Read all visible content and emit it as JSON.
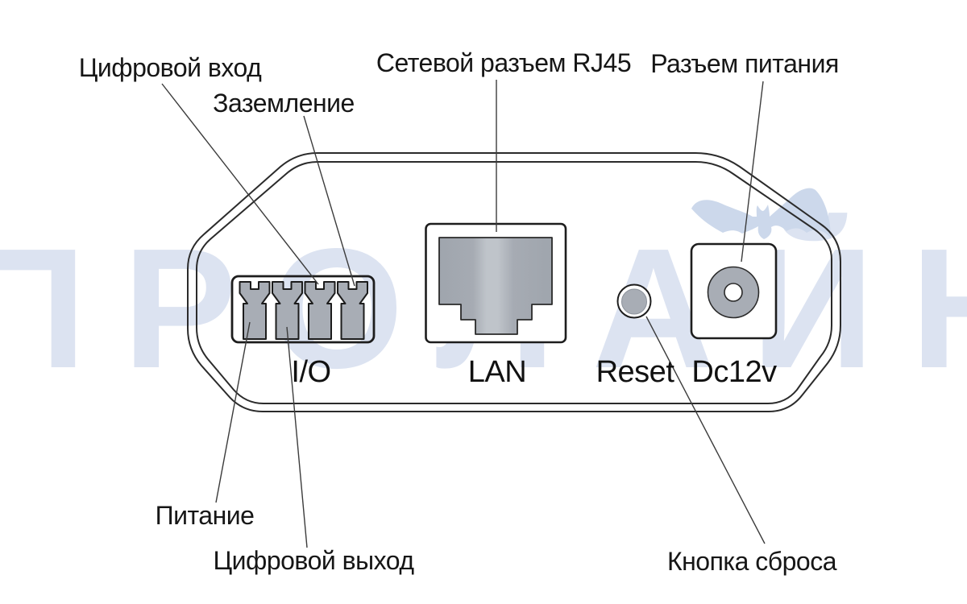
{
  "watermark": {
    "text": "ПРОЛАЙН",
    "color": "#dce3f1",
    "bat_color": "#ccd8eb"
  },
  "device": {
    "callouts": {
      "digital_input": "Цифровой вход",
      "ground": "Заземление",
      "network_rj45": "Сетевой разъем RJ45",
      "power_connector": "Разъем питания",
      "power": "Питание",
      "digital_output": "Цифровой выход",
      "reset_button": "Кнопка сброса"
    },
    "port_labels": {
      "io": "I/O",
      "lan": "LAN",
      "reset": "Reset",
      "dc": "Dc12v"
    }
  },
  "colors": {
    "background": "#ffffff",
    "line": "#2b2b2b",
    "metal_gray": "#a8adb5",
    "label_text": "#161616"
  }
}
